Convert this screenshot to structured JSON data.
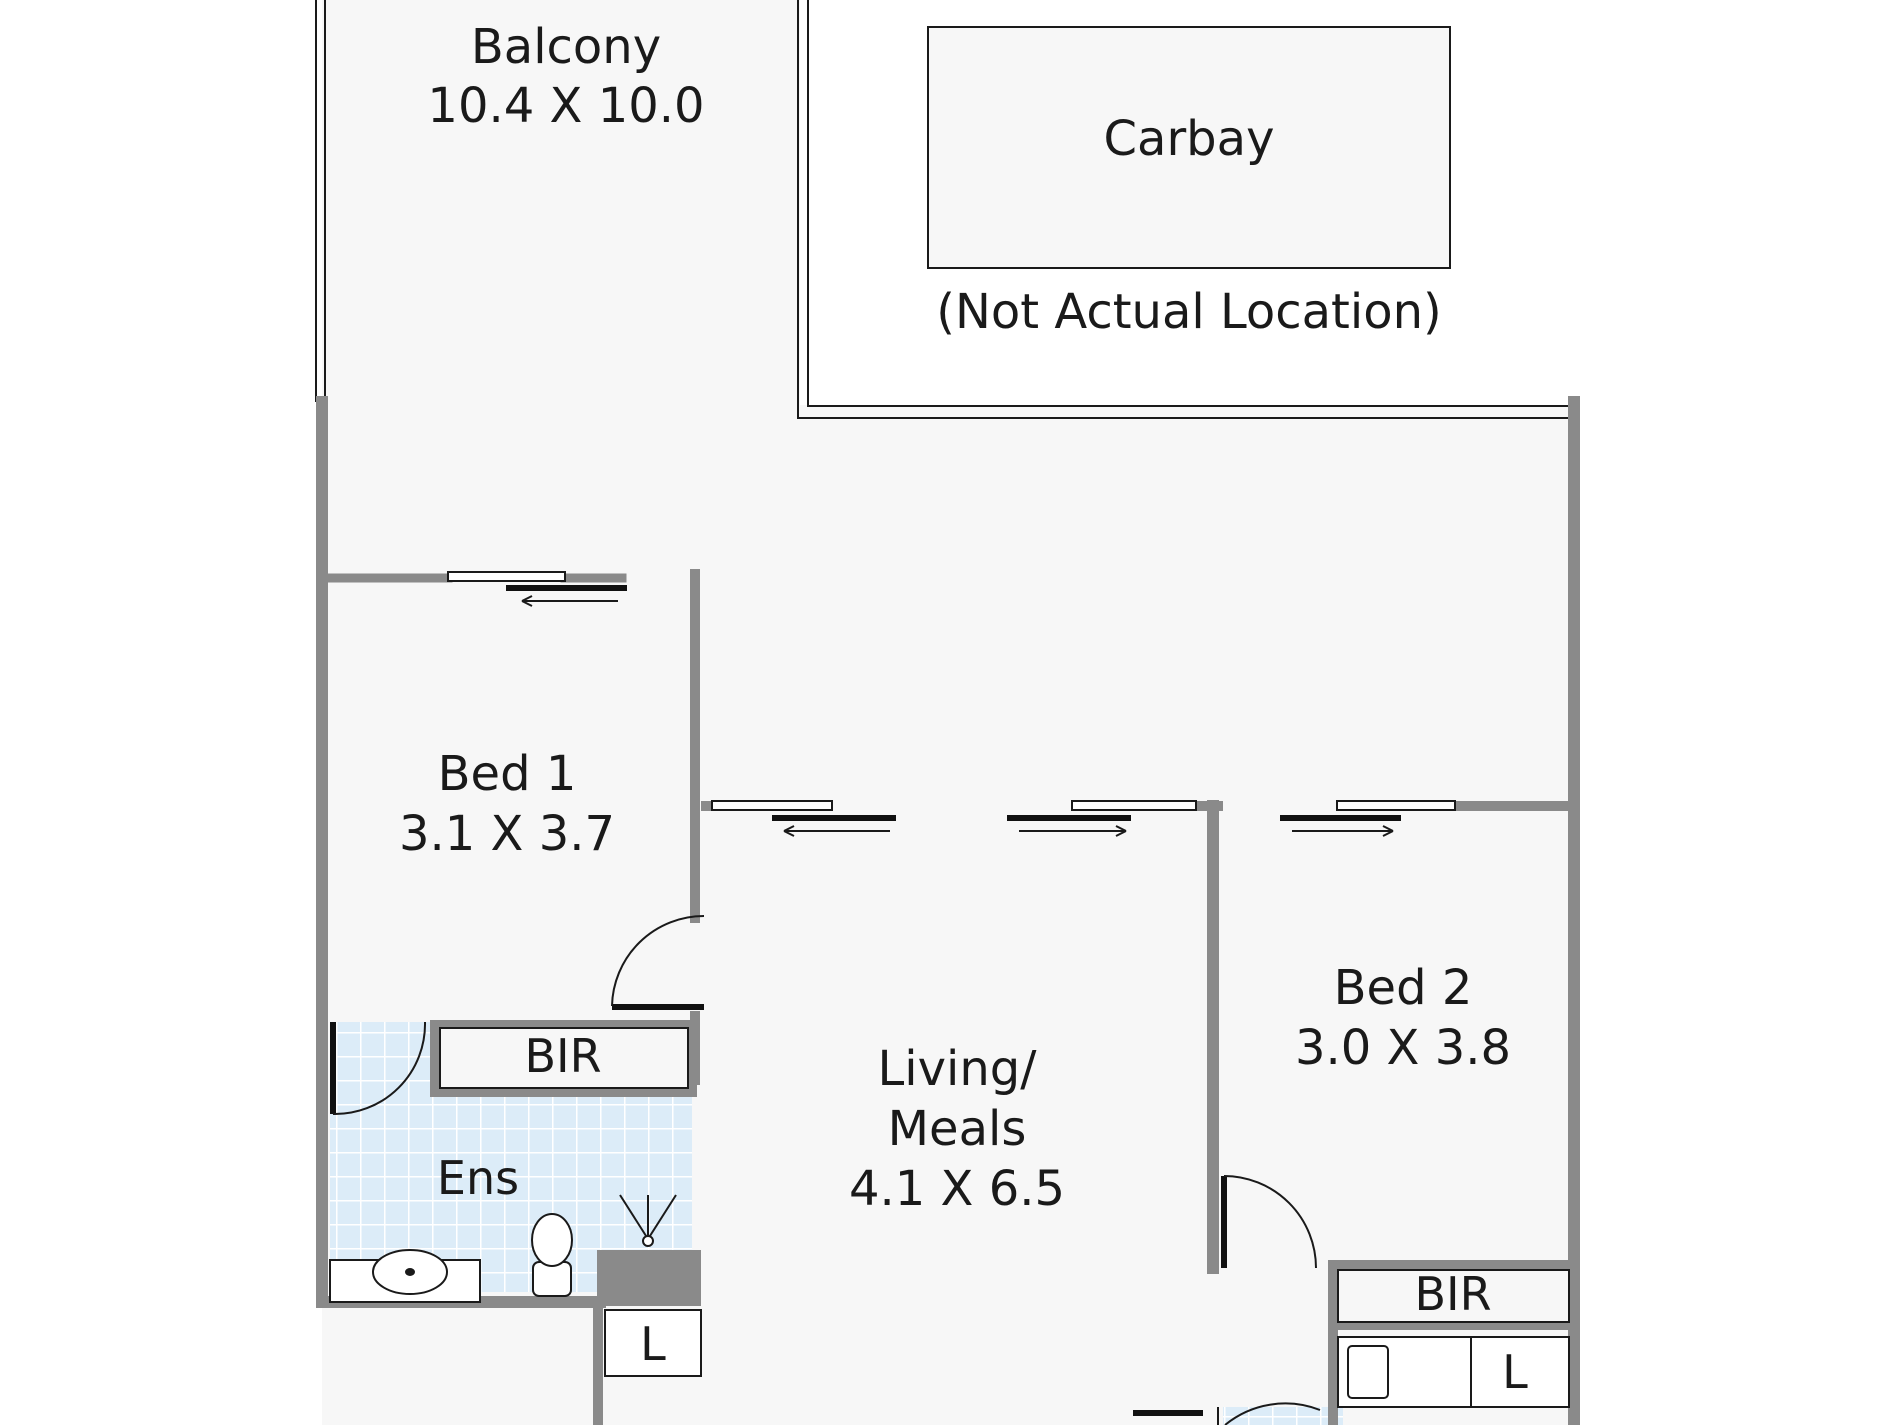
{
  "rooms": {
    "balcony": {
      "name": "Balcony",
      "size": "10.4 X 10.0"
    },
    "carbay": {
      "name": "Carbay",
      "note": "(Not Actual Location)"
    },
    "bed1": {
      "name": "Bed 1",
      "size": "3.1 X 3.7"
    },
    "bed2": {
      "name": "Bed 2",
      "size": "3.0 X 3.8"
    },
    "living": {
      "line1": "Living/",
      "line2": "Meals",
      "size": "4.1 X 6.5"
    },
    "bir1": {
      "name": "BIR"
    },
    "bir2": {
      "name": "BIR"
    },
    "ens": {
      "name": "Ens"
    },
    "laundry1": {
      "name": "L"
    },
    "laundry2": {
      "name": "L"
    }
  },
  "colors": {
    "wall": "#8a8a8a",
    "floor": "#f7f7f7",
    "tile": "#dcecf8",
    "tile_grid": "#ffffff",
    "door": "#111111",
    "text": "#1a1a1a"
  }
}
